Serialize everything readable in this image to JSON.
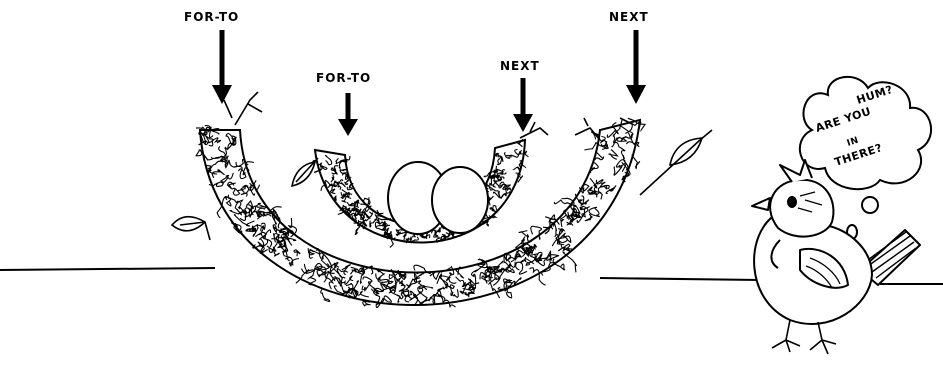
{
  "labels": {
    "outer_left": "FOR-TO",
    "inner_left": "FOR-TO",
    "inner_right": "NEXT",
    "outer_right": "NEXT"
  },
  "bubble_lines": [
    "HUM?",
    "ARE YOU",
    "IN",
    "THERE?"
  ],
  "colors": {
    "ink": "#000000",
    "paper": "#ffffff"
  }
}
